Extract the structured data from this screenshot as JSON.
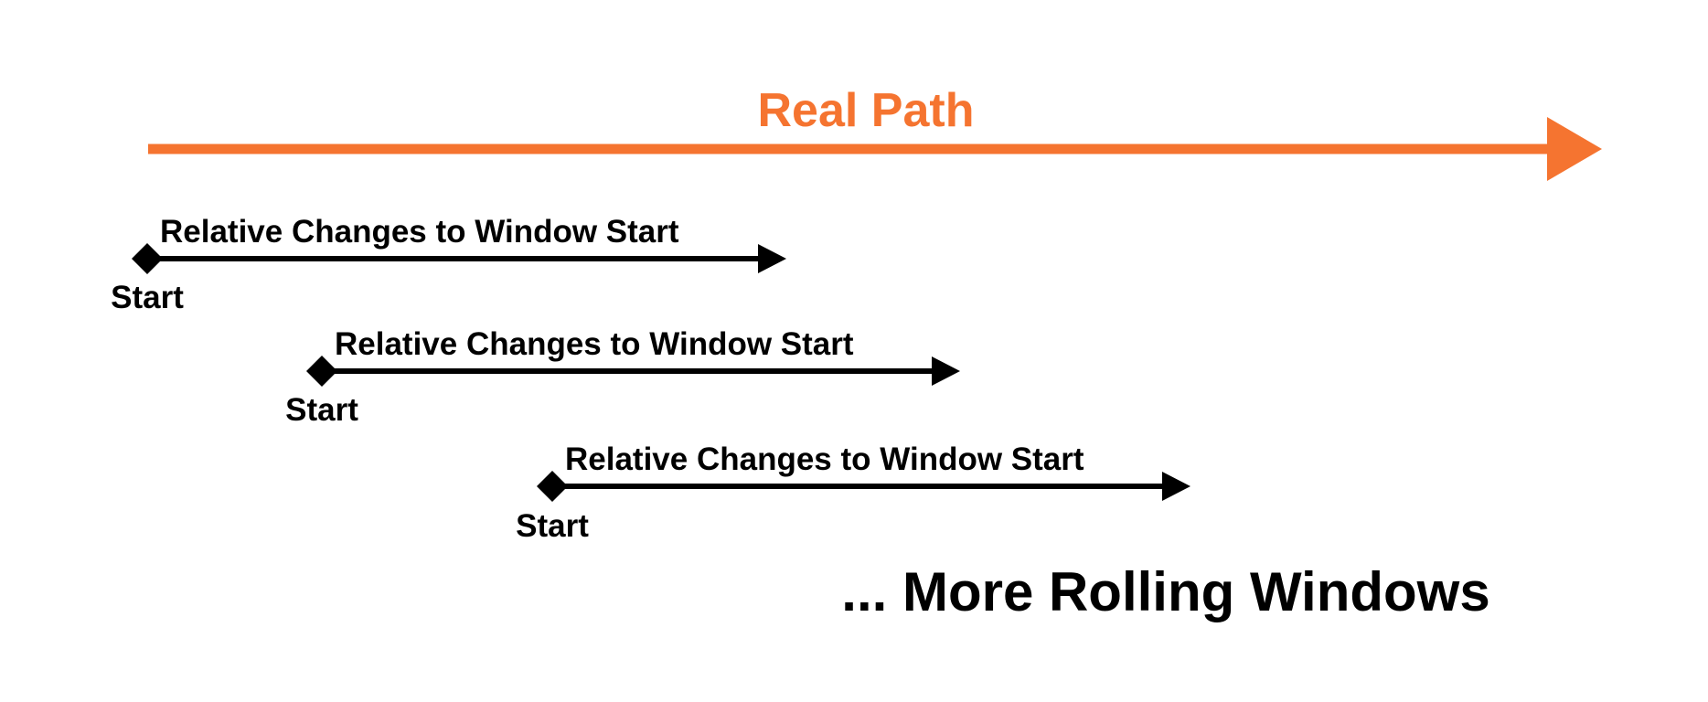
{
  "title": "Real Path",
  "colors": {
    "accent": "#F57430",
    "ink": "#000000",
    "background": "#FFFFFF"
  },
  "windows": [
    {
      "label": "Relative Changes to Window Start",
      "start_label": "Start"
    },
    {
      "label": "Relative Changes to Window Start",
      "start_label": "Start"
    },
    {
      "label": "Relative Changes to Window Start",
      "start_label": "Start"
    }
  ],
  "footer": "... More Rolling Windows"
}
